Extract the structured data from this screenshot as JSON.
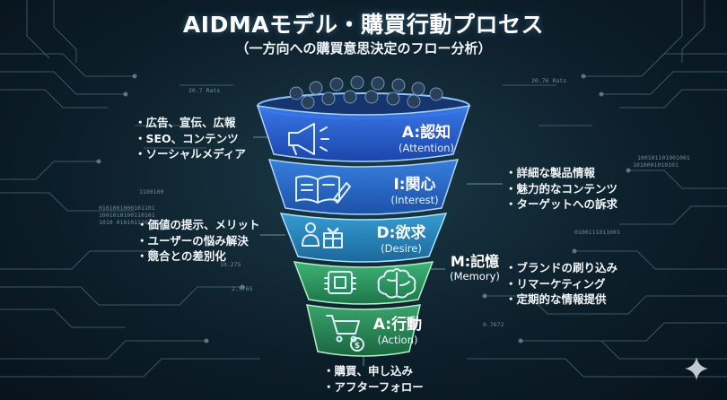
{
  "title": "AIDMAモデル・購買行動プロセス",
  "subtitle": "（一方向への購買意思決定のフロー分析）",
  "stages": [
    {
      "letter_label": "A:認知",
      "english": "(Attention)",
      "icon": "megaphone-icon",
      "color": "#2a64d6"
    },
    {
      "letter_label": "I:関心",
      "english": "(Interest)",
      "icon": "book-pencil-icon",
      "color": "#2b77d8"
    },
    {
      "letter_label": "D:欲求",
      "english": "(Desire)",
      "icon": "gift-person-icon",
      "color": "#2a91c8"
    },
    {
      "letter_label": "M:記憶",
      "english": "(Memory)",
      "icon": "brain-icon",
      "color": "#2fa86a"
    },
    {
      "letter_label": "A:行動",
      "english": "(Action)",
      "icon": "cart-icon",
      "color": "#2e9a58"
    }
  ],
  "notes": {
    "attention": [
      "広告、宣伝、広報",
      "SEO、コンテンツ",
      "ソーシャルメディア"
    ],
    "interest": [
      "詳細な製品情報",
      "魅力的なコンテンツ",
      "ターゲットへの訴求"
    ],
    "desire": [
      "価値の提示、メリット",
      "ユーザーの悩み解決",
      "競合との差別化"
    ],
    "memory": [
      "ブランドの刷り込み",
      "リマーケティング",
      "定期的な情報提供"
    ],
    "action": [
      "購買、申し込み",
      "アフターフォロー"
    ]
  },
  "tiny_text": {
    "rate_left": "20.7 Rats",
    "rate_right": "20.76 Rats",
    "num_a": "1100100",
    "num_b": "10.275",
    "num_c": "2.5765",
    "num_d": "0.7672",
    "bin_a": "0101001000101101",
    "bin_b": "1001010100110101",
    "bin_c": "1010 0101011101",
    "bin_d": "100101101001001",
    "bin_e": "1010001010101",
    "bin_f": "0100111011001"
  }
}
